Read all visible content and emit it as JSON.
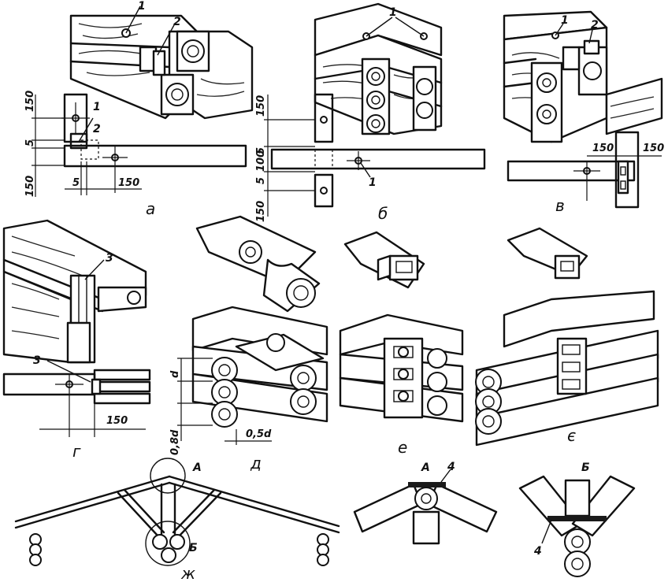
{
  "labels": {
    "a": "а",
    "b": "б",
    "v": "в",
    "g": "г",
    "d": "д",
    "e": "е",
    "ye": "є",
    "zh": "ж",
    "A": "А",
    "B": "Б",
    "A2": "А",
    "B2": "Б"
  },
  "callouts": {
    "n1": "1",
    "n2": "2",
    "n3": "3",
    "n4": "4"
  },
  "dims": {
    "d150": "150",
    "d5": "5",
    "d100": "100",
    "d_d": "d",
    "d08": "0,8d",
    "d05": "0,5d"
  }
}
